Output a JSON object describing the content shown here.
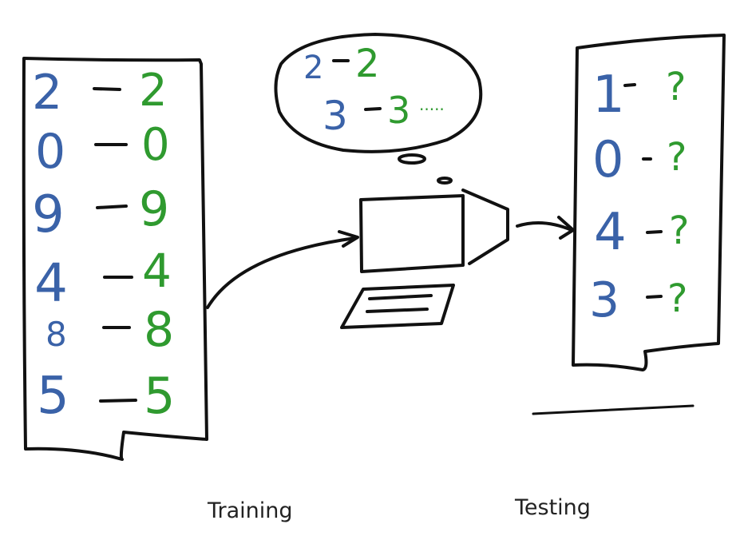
{
  "colors": {
    "ink": "#111111",
    "input_digit": "#3a62a8",
    "label_digit": "#2f9a2f",
    "background": "#ffffff"
  },
  "training": {
    "caption": "Training",
    "pairs": [
      {
        "input": "2",
        "label": "2"
      },
      {
        "input": "0",
        "label": "0"
      },
      {
        "input": "9",
        "label": "9"
      },
      {
        "input": "4",
        "label": "4"
      },
      {
        "input": "8",
        "label": "8"
      },
      {
        "input": "5",
        "label": "5"
      }
    ]
  },
  "thought": {
    "pairs": [
      {
        "input": "2",
        "label": "2"
      },
      {
        "input": "3",
        "label": "3"
      }
    ],
    "ellipsis": "....."
  },
  "testing": {
    "caption": "Testing",
    "pairs": [
      {
        "input": "1",
        "label": "?"
      },
      {
        "input": "0",
        "label": "?"
      },
      {
        "input": "4",
        "label": "?"
      },
      {
        "input": "3",
        "label": "?"
      }
    ]
  },
  "icons": {
    "computer": "computer-icon",
    "thought_bubble": "thought-bubble-icon",
    "arrow": "arrow-right-icon"
  }
}
